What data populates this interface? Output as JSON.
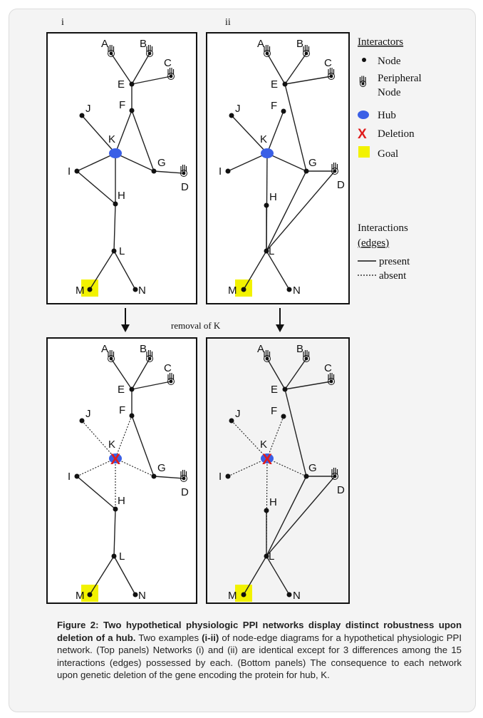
{
  "panel_labels": {
    "top_left": "i",
    "top_right": "ii"
  },
  "transition_label": "removal of K",
  "legend": {
    "interactors_title": "Interactors",
    "node": "Node",
    "peripheral_line1": "Peripheral",
    "peripheral_line2": "Node",
    "hub": "Hub",
    "deletion": "Deletion",
    "goal": "Goal",
    "interactions_line1": "Interactions",
    "interactions_line2": "(edges)",
    "present": "present",
    "absent": "absent"
  },
  "colors": {
    "hub": "#3a5fe6",
    "deletion": "#e01c1c",
    "goal": "#f2f200",
    "lightPanel": "#f3f3f3",
    "edge": "#222222"
  },
  "caption": {
    "bold_intro": "Figure 2: Two hypothetical physiologic PPI networks display distinct robustness upon deletion of a hub.",
    "text1": " Two examples ",
    "bold_examples": "(i-ii)",
    "text2": " of node-edge diagrams for a hypothetical physiologic PPI network. (Top panels) Networks (i) and (ii) are identical except for 3 differences among the 15 interactions (edges) possessed by each. (Bottom panels) The consequence to each network upon genetic deletion of the gene encoding the protein for hub, K."
  },
  "networks": {
    "peripheral_nodes": [
      "A",
      "B",
      "C",
      "D"
    ],
    "hub": "K",
    "goal": "M",
    "nodes": [
      "A",
      "B",
      "C",
      "D",
      "E",
      "F",
      "G",
      "H",
      "I",
      "J",
      "K",
      "L",
      "M",
      "N"
    ],
    "network_i_edges": [
      [
        "A",
        "E"
      ],
      [
        "B",
        "E"
      ],
      [
        "C",
        "E"
      ],
      [
        "E",
        "F"
      ],
      [
        "F",
        "K"
      ],
      [
        "F",
        "G"
      ],
      [
        "G",
        "D"
      ],
      [
        "G",
        "K"
      ],
      [
        "J",
        "K"
      ],
      [
        "I",
        "K"
      ],
      [
        "I",
        "H"
      ],
      [
        "K",
        "H"
      ],
      [
        "H",
        "L"
      ],
      [
        "L",
        "M"
      ],
      [
        "L",
        "N"
      ]
    ],
    "network_ii_edges": [
      [
        "A",
        "E"
      ],
      [
        "B",
        "E"
      ],
      [
        "C",
        "E"
      ],
      [
        "E",
        "G"
      ],
      [
        "F",
        "K"
      ],
      [
        "G",
        "D"
      ],
      [
        "G",
        "K"
      ],
      [
        "G",
        "L"
      ],
      [
        "D",
        "L"
      ],
      [
        "J",
        "K"
      ],
      [
        "I",
        "K"
      ],
      [
        "K",
        "L"
      ],
      [
        "H",
        "L"
      ],
      [
        "L",
        "M"
      ],
      [
        "L",
        "N"
      ]
    ],
    "bottom_i_absent": [
      [
        "F",
        "K"
      ],
      [
        "G",
        "K"
      ],
      [
        "J",
        "K"
      ],
      [
        "I",
        "K"
      ],
      [
        "K",
        "H"
      ]
    ],
    "bottom_ii_absent": [
      [
        "F",
        "K"
      ],
      [
        "G",
        "K"
      ],
      [
        "J",
        "K"
      ],
      [
        "I",
        "K"
      ],
      [
        "K",
        "L"
      ]
    ]
  }
}
